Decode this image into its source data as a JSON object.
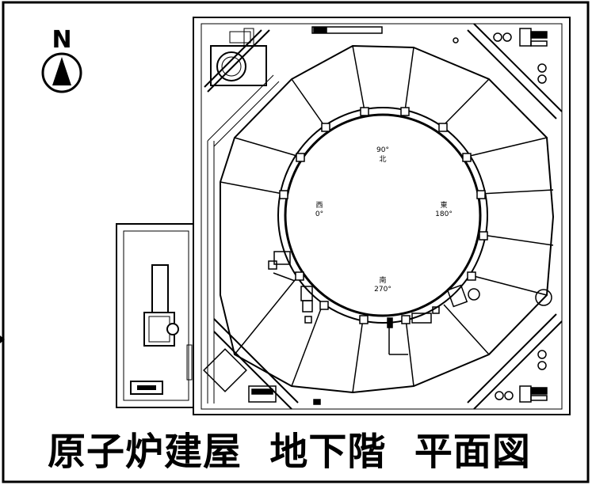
{
  "compass": {
    "label": "N"
  },
  "azimuths": {
    "north": {
      "deg": "90°",
      "dir": "北"
    },
    "west": {
      "deg": "0°",
      "dir": "西"
    },
    "east": {
      "deg": "180°",
      "dir": "東"
    },
    "south": {
      "deg": "270°",
      "dir": "南"
    }
  },
  "title": "原子炉建屋  地下階  平面図",
  "colors": {
    "ink": "#000000",
    "paper": "#ffffff"
  }
}
